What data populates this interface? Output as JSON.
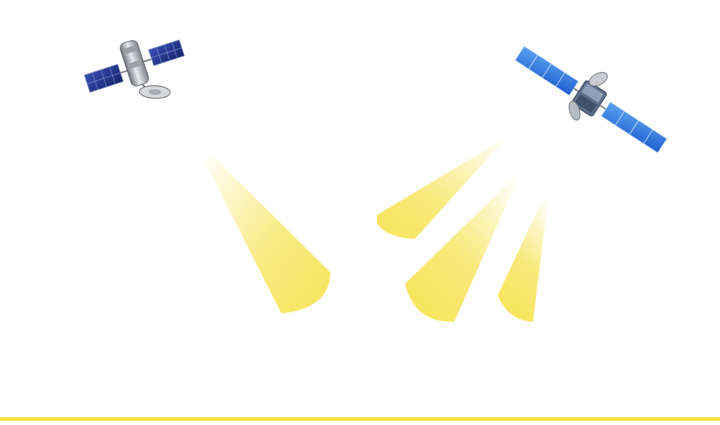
{
  "scene": {
    "satellites": [
      {
        "name": "satellite-left",
        "icon": "satellite-icon"
      },
      {
        "name": "satellite-right",
        "icon": "satellite-icon"
      }
    ],
    "beams": [
      {
        "name": "beam-left",
        "color": "#f7e45a"
      },
      {
        "name": "beam-right-upper",
        "color": "#f7e45a"
      },
      {
        "name": "beam-right-middle",
        "color": "#f7e45a"
      },
      {
        "name": "beam-right-lower",
        "color": "#f7e45a"
      }
    ],
    "colors": {
      "beam": "#f7e45a",
      "ground_line": "#f5e43c",
      "background": "#ffffff",
      "panel_blue": "#2f6fd6",
      "panel_dark": "#1b2e7a",
      "body_silver": "#b9bcc2"
    }
  }
}
